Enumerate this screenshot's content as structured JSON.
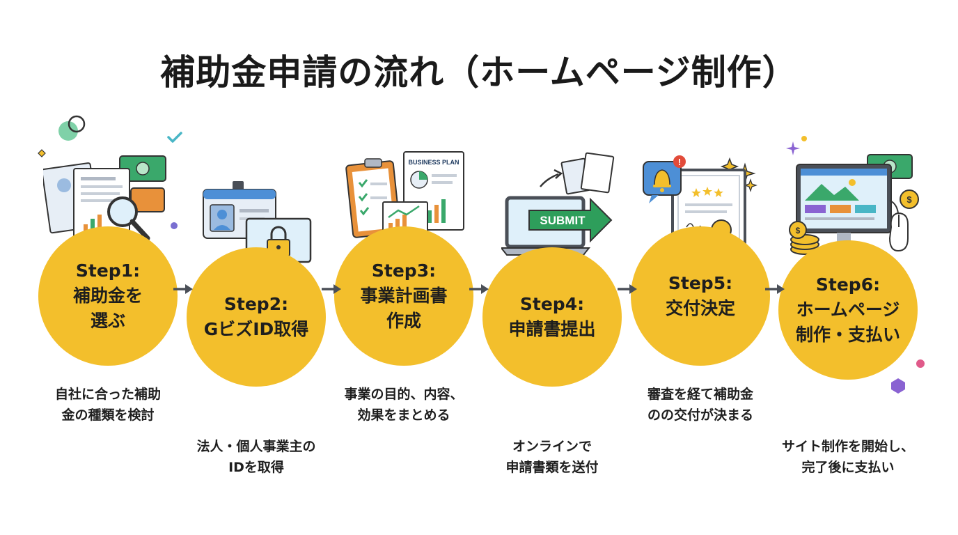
{
  "title": "補助金申請の流れ（ホームページ制作）",
  "colors": {
    "circle": "#f3bf2c",
    "arrow": "#4a4f57",
    "accent_green": "#2e9e5b"
  },
  "steps": [
    {
      "label": "Step1:\n補助金を\n選ぶ",
      "description": "自社に合った補助\n金の種類を検討",
      "icon": "documents-money-magnifier-icon"
    },
    {
      "label": "Step2:\nGビズID取得",
      "description": "法人・個人事業主の\nIDを取得",
      "icon": "id-badge-lock-monitor-icon"
    },
    {
      "label": "Step3:\n事業計画書\n作成",
      "description": "事業の目的、内容、\n効果をまとめる",
      "icon": "business-plan-clipboard-icon",
      "plan_label": "BUSINESS PLAN"
    },
    {
      "label": "Step4:\n申請書提出",
      "description": "オンラインで\n申請書類を送付",
      "icon": "laptop-submit-icon",
      "submit_label": "SUBMIT"
    },
    {
      "label": "Step5:\n交付決定",
      "description": "審査を経て補助金\nのの交付が決まる",
      "icon": "certificate-bell-icon"
    },
    {
      "label": "Step6:\nホームページ\n制作・支払い",
      "description": "サイト制作を開始し、\n完了後に支払い",
      "icon": "website-monitor-coins-icon"
    }
  ]
}
